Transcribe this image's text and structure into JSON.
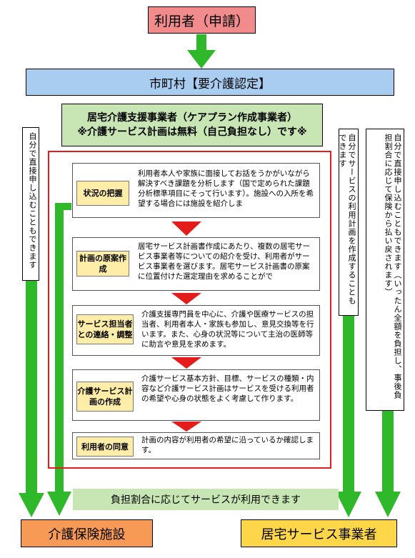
{
  "applicant": "利用者（申請）",
  "municipality": "市町村【要介護認定】",
  "care_manager": {
    "line1": "居宅介護支援事業者（ケアプラン作成事業者）",
    "line2": "※介護サービス計画は無料（自己負担なし）です※"
  },
  "left_note": "自分で直接申し込むこともできます",
  "right_note1": "自分でサービスの利用計画を作成することもできます",
  "right_note2": "自分で直接申し込むこともできます（いったん全額を負担し、事後負担割合に応じて保険から払い戻されます）",
  "steps": [
    {
      "label": "状況の把握",
      "text": "利用者本人や家族に面接してお話をうかがいながら解決すべき課題を分析します（国で定められた課題分析標準項目にそって行います）。施設への入所を希望する場合には施設を紹介しま"
    },
    {
      "label": "計画の原案作成",
      "text": "居宅サービス計画書作成にあたり、複数の居宅サービス事業者等についての紹介を受け、利用者がサービス事業者を選びます。居宅サービス計画書の原案に位置付けた選定理由を求めることがで"
    },
    {
      "label": "サービス担当者との連絡・調整",
      "text": "介護支援専門員を中心に、介護や医療サービスの担当者、利用者本人・家族も参加し、意見交換等を行います。また、心身の状況等について主治の医師等に助言や意見を求めます。"
    },
    {
      "label": "介護サービス計画の作成",
      "text": "介護サービス基本方針、目標、サービスの種類・内容など介護サービス計画はサービスを受ける利用者の希望や心身の状態をよく考慮して作ります。"
    },
    {
      "label": "利用者の同意",
      "text": "計画の内容が利用者の希望に沿っているか確認します。"
    }
  ],
  "bottom_bar": "負担割合に応じてサービスが利用できます",
  "out_facility": "介護保険施設",
  "out_home": "居宅サービス事業者",
  "colors": {
    "arrow": "#2fb82a",
    "step_arrow": "#e41c1c",
    "frame": "#e41c1c"
  }
}
